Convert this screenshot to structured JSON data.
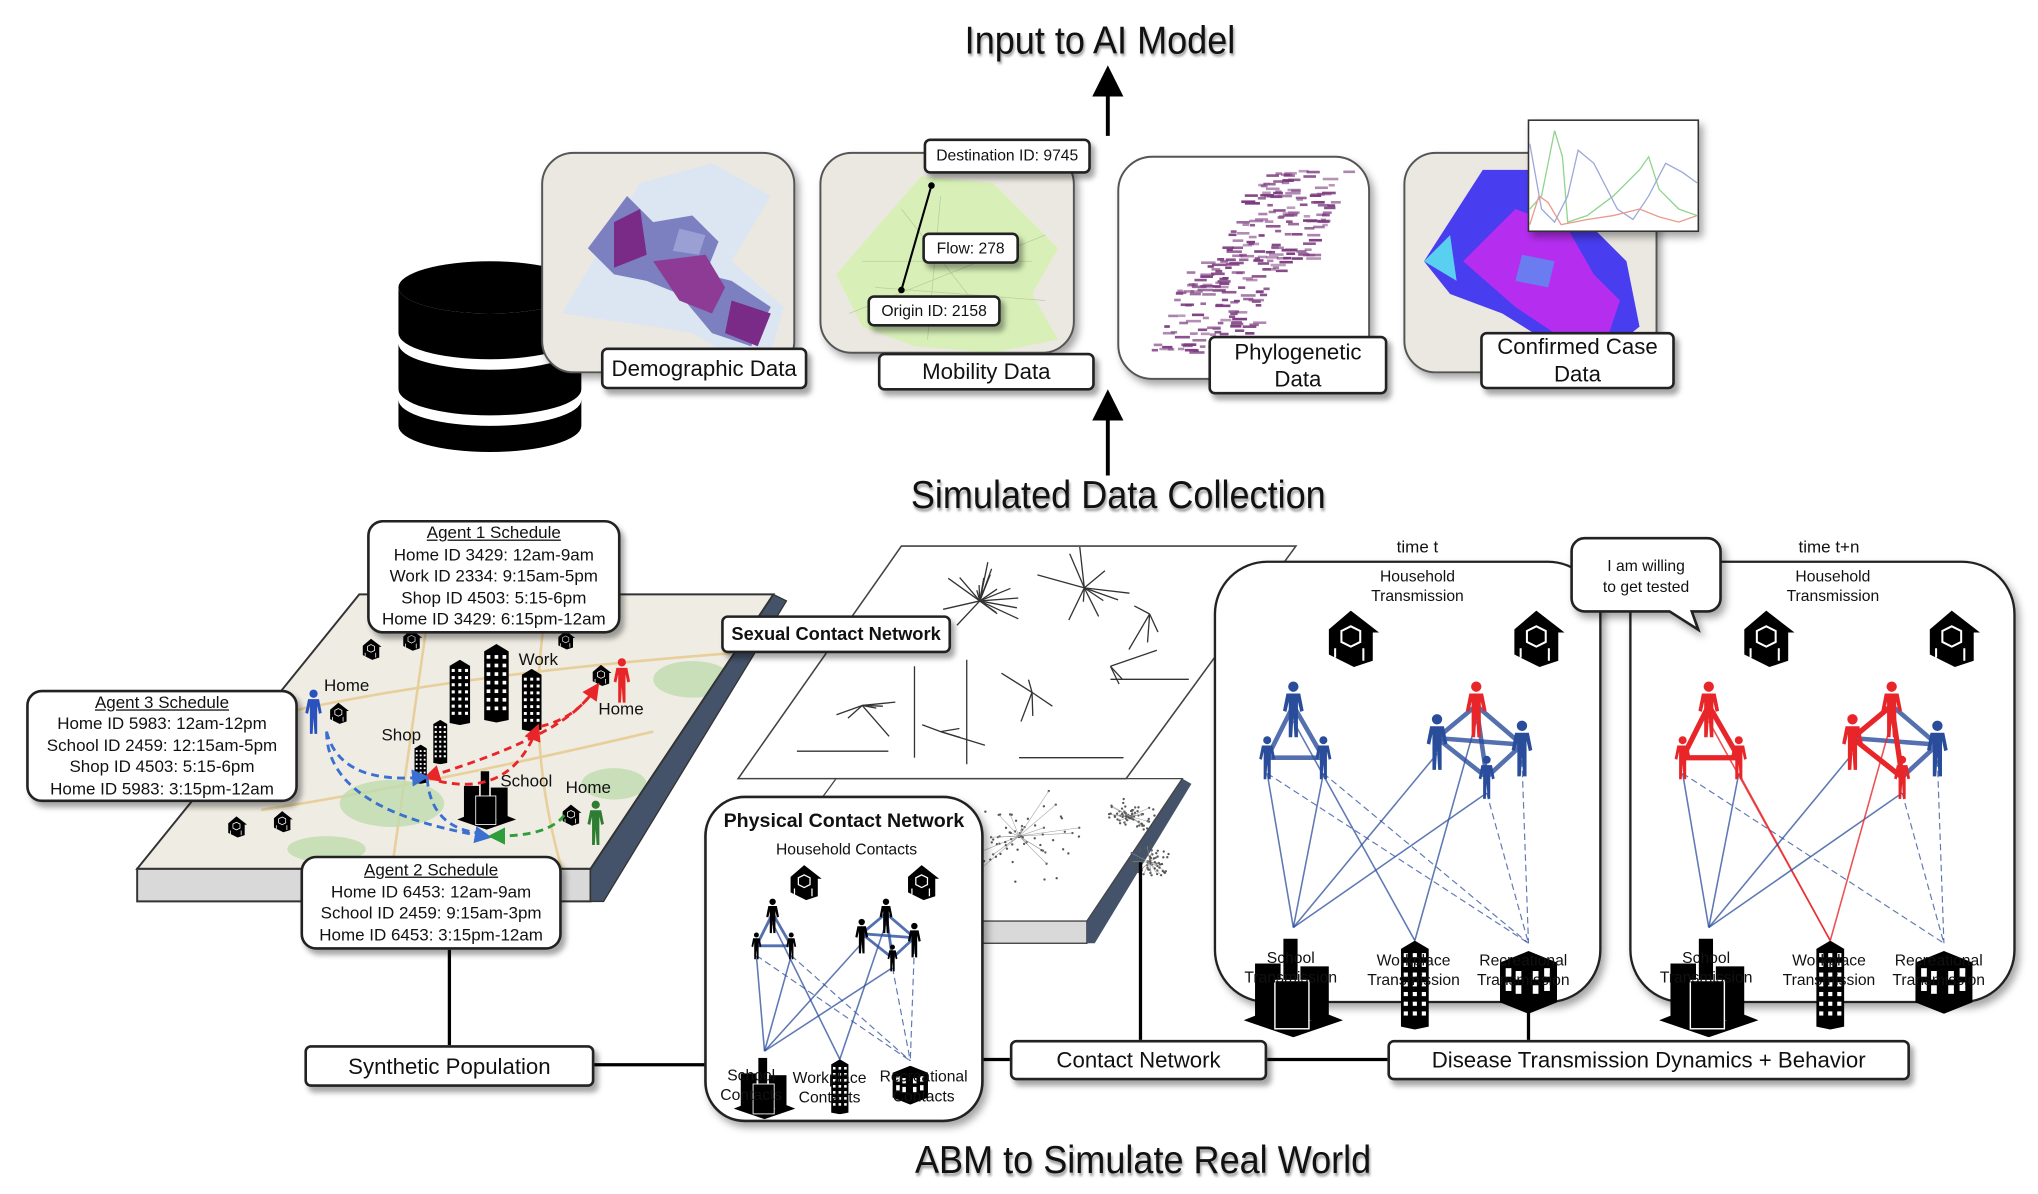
{
  "titles": {
    "top": "Input to AI Model",
    "middle": "Simulated Data Collection",
    "bottom": "ABM to Simulate Real World"
  },
  "data_sources": {
    "demographic": "Demographic Data",
    "mobility": "Mobility Data",
    "mobility_destination": "Destination ID: 9745",
    "mobility_flow": "Flow: 278",
    "mobility_origin": "Origin ID: 2158",
    "phylogenetic_line1": "Phylogenetic",
    "phylogenetic_line2": "Data",
    "confirmed_line1": "Confirmed Case",
    "confirmed_line2": "Data"
  },
  "map": {
    "labels": {
      "work": "Work",
      "home_blue": "Home",
      "home_red": "Home",
      "shop": "Shop",
      "school": "School",
      "home_green": "Home"
    },
    "agent1": {
      "title": "Agent 1 Schedule",
      "lines": [
        "Home ID 3429: 12am-9am",
        "Work ID 2334: 9:15am-5pm",
        "Shop ID 4503: 5:15-6pm",
        "Home ID 3429: 6:15pm-12am"
      ]
    },
    "agent2": {
      "title": "Agent 2 Schedule",
      "lines": [
        "Home ID 6453: 12am-9am",
        "School ID 2459: 9:15am-3pm",
        "Home ID 6453: 3:15pm-12am"
      ]
    },
    "agent3": {
      "title": "Agent 3 Schedule",
      "lines": [
        "Home ID 5983: 12am-12pm",
        "School ID 2459: 12:15am-5pm",
        "Shop ID 4503: 5:15-6pm",
        "Home ID 5983: 3:15pm-12am"
      ]
    },
    "agent_colors": {
      "agent1": "#e8262a",
      "agent2": "#2e7d32",
      "agent3": "#2a52be"
    }
  },
  "networks": {
    "sexual": "Sexual Contact Network",
    "physical": {
      "title": "Physical Contact Network",
      "household": "Household Contacts",
      "school_1": "School",
      "school_2": "Contacts",
      "workplace_1": "Workplace",
      "workplace_2": "Contacts",
      "recreational_1": "Recreational",
      "recreational_2": "Contacts"
    }
  },
  "transmission": {
    "time_t": "time t",
    "time_tn": "time t+n",
    "household_1": "Household",
    "household_2": "Transmission",
    "school": "School",
    "workplace": "Workplace",
    "recreational": "Recreational",
    "transmission": "Transmission",
    "speech": [
      "I am willing",
      "to get tested"
    ],
    "colors": {
      "susceptible": "#2a4d9b",
      "infected": "#e8262a"
    }
  },
  "pipeline": {
    "synthetic_population": "Synthetic Population",
    "contact_network": "Contact Network",
    "disease": "Disease Transmission Dynamics + Behavior"
  }
}
